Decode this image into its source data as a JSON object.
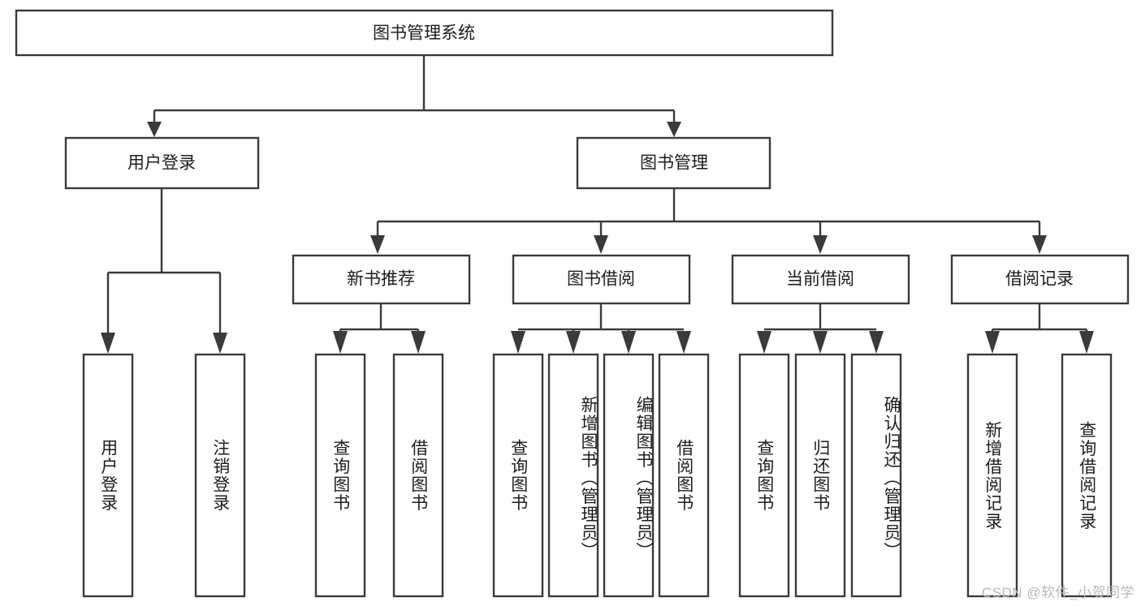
{
  "diagram": {
    "type": "tree-hierarchy",
    "title": "图书管理系统",
    "watermark": "CSDN @软件_小贺同学",
    "colors": {
      "box_stroke": "#3a3a3a",
      "box_fill": "#ffffff",
      "text": "#1d1d1d",
      "background": "#ffffff",
      "watermark": "#b9b9b9"
    },
    "root": {
      "label": "图书管理系统"
    },
    "level2": [
      {
        "label": "用户登录"
      },
      {
        "label": "图书管理"
      }
    ],
    "level3": [
      {
        "label": "新书推荐"
      },
      {
        "label": "图书借阅"
      },
      {
        "label": "当前借阅"
      },
      {
        "label": "借阅记录"
      }
    ],
    "leaves": {
      "user_login": [
        {
          "label": "用户登录"
        },
        {
          "label": "注销登录"
        }
      ],
      "new_book_recommend": [
        {
          "label": "查询图书"
        },
        {
          "label": "借阅图书"
        }
      ],
      "book_borrow": [
        {
          "label": "查询图书"
        },
        {
          "label": "新增图书（管理员）"
        },
        {
          "label": "编辑图书（管理员）"
        },
        {
          "label": "借阅图书"
        }
      ],
      "current_borrow": [
        {
          "label": "查询图书"
        },
        {
          "label": "归还图书"
        },
        {
          "label": "确认归还（管理员）"
        }
      ],
      "borrow_record": [
        {
          "label": "新增借阅记录"
        },
        {
          "label": "查询借阅记录"
        }
      ]
    }
  }
}
